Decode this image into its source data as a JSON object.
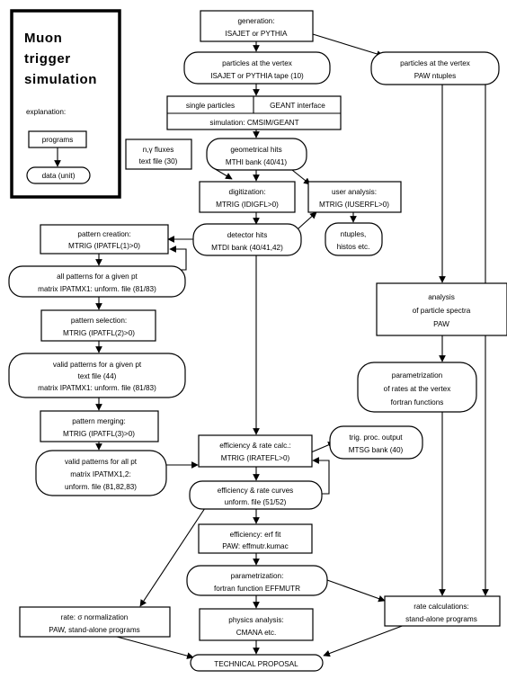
{
  "legend": {
    "title": [
      "Muon",
      "trigger",
      "simulation"
    ],
    "explanation": "explanation:",
    "program_label": "programs",
    "data_label": "data (unit)"
  },
  "nodes": {
    "generation": [
      "generation:",
      "ISAJET or PYTHIA"
    ],
    "particles_vertex_tape": [
      "particles at the vertex",
      "ISAJET or PYTHIA tape (10)"
    ],
    "particles_vertex_paw": [
      "particles at the vertex",
      "PAW ntuples"
    ],
    "single_particles": [
      "single particles"
    ],
    "geant_interface": [
      "GEANT interface"
    ],
    "simulation": [
      "simulation: CMSIM/GEANT"
    ],
    "ngamma_fluxes": [
      "n,γ fluxes",
      "text file (30)"
    ],
    "geometrical_hits": [
      "geometrical hits",
      "MTHI bank (40/41)"
    ],
    "digitization": [
      "digitization:",
      "MTRIG (IDIGFL>0)"
    ],
    "user_analysis": [
      "user analysis:",
      "MTRIG (IUSERFL>0)"
    ],
    "ntuples_histos": [
      "ntuples,",
      "histos etc."
    ],
    "pattern_creation": [
      "pattern creation:",
      "MTRIG (IPATFL(1)>0)"
    ],
    "detector_hits": [
      "detector hits",
      "MTDI bank (40/41,42)"
    ],
    "all_patterns": [
      "all patterns for a given pt",
      "matrix IPATMX1: unform. file (81/83)"
    ],
    "pattern_selection": [
      "pattern selection:",
      "MTRIG (IPATFL(2)>0)"
    ],
    "valid_patterns_pt": [
      "valid patterns for a given pt",
      "text file (44)",
      "matrix IPATMX1: unform. file (81/83)"
    ],
    "pattern_merging": [
      "pattern merging:",
      "MTRIG (IPATFL(3)>0)"
    ],
    "valid_patterns_all": [
      "valid patterns for all pt",
      "matrix IPATMX1,2:",
      "unform. file (81,82,83)"
    ],
    "efficiency_rate_calc": [
      "efficiency & rate calc.:",
      "MTRIG (IRATEFL>0)"
    ],
    "trig_proc_output": [
      "trig. proc. output",
      "MTSG bank (40)"
    ],
    "efficiency_rate_curves": [
      "efficiency & rate curves",
      "unform. file (51/52)"
    ],
    "efficiency_erf_fit": [
      "efficiency:  erf fit",
      "PAW: effmutr.kumac"
    ],
    "parametrization_effmutr": [
      "parametrization:",
      "fortran function EFFMUTR"
    ],
    "physics_analysis": [
      "physics analysis:",
      "CMANA etc."
    ],
    "rate_normalization": [
      "rate:  σ normalization",
      "PAW, stand-alone programs"
    ],
    "technical_proposal": [
      "TECHNICAL PROPOSAL"
    ],
    "analysis_spectra": [
      "analysis",
      "of particle spectra",
      "PAW"
    ],
    "parametrization_rates": [
      "parametrization",
      "of rates at the vertex",
      "fortran functions"
    ],
    "rate_calculations": [
      "rate calculations:",
      "stand-alone programs"
    ]
  }
}
